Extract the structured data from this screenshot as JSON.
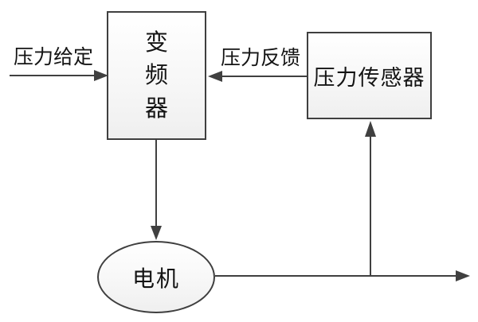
{
  "diagram": {
    "title": "pressure-control-loop-block-diagram",
    "colors": {
      "background": "#ffffff",
      "line": "#404040",
      "node_border": "#3f3f3f",
      "node_fill_top": "#ffffff",
      "node_fill_bottom": "#efefef",
      "text": "#141414"
    },
    "nodes": {
      "inverter": {
        "label": "变频器",
        "shape": "rectangle"
      },
      "sensor": {
        "label": "压力传感器",
        "shape": "rectangle"
      },
      "motor": {
        "label": "电机",
        "shape": "ellipse"
      }
    },
    "edges": {
      "setpoint": {
        "label": "压力给定",
        "from": "external-left",
        "to": "inverter",
        "direction": "right"
      },
      "feedback": {
        "label": "压力反馈",
        "from": "sensor",
        "to": "inverter",
        "direction": "left"
      },
      "drive": {
        "label": "",
        "from": "inverter",
        "to": "motor",
        "direction": "down"
      },
      "output": {
        "label": "",
        "from": "motor",
        "to": "external-right",
        "direction": "right"
      },
      "sense": {
        "label": "",
        "from": "output-line",
        "to": "sensor",
        "direction": "up"
      }
    }
  }
}
